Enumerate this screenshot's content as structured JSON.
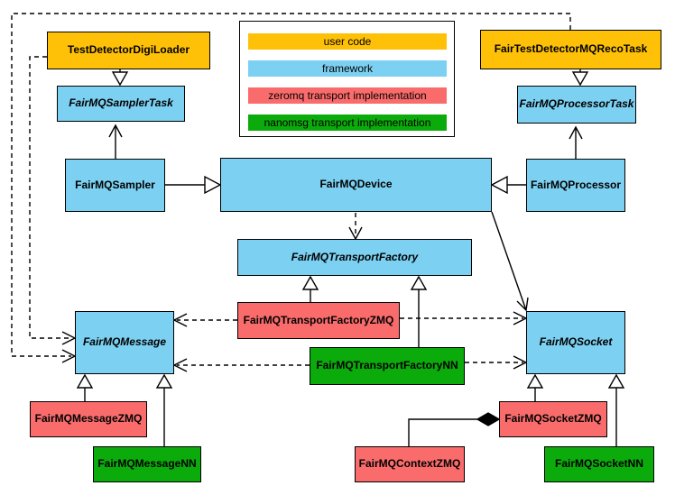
{
  "legend": {
    "items": [
      {
        "label": "user code",
        "color": "#FFC107"
      },
      {
        "label": "framework",
        "color": "#7CD0F1"
      },
      {
        "label": "zeromq transport implementation",
        "color": "#FA6C6C"
      },
      {
        "label": "nanomsg transport implementation",
        "color": "#0CAB0C"
      }
    ]
  },
  "colors": {
    "user_code": "#FFC107",
    "framework": "#7CD0F1",
    "zeromq": "#FA6C6C",
    "nanomsg": "#0CAB0C",
    "line": "#000000",
    "background": "#ffffff"
  },
  "nodes": {
    "digi_loader": {
      "label": "TestDetectorDigiLoader",
      "category": "user code",
      "abstract": false
    },
    "reco_task": {
      "label": "FairTestDetectorMQRecoTask",
      "category": "user code",
      "abstract": false
    },
    "sampler_task": {
      "label": "FairMQSamplerTask",
      "category": "framework",
      "abstract": true
    },
    "processor_task": {
      "label": "FairMQProcessorTask",
      "category": "framework",
      "abstract": true
    },
    "sampler": {
      "label": "FairMQSampler",
      "category": "framework",
      "abstract": false
    },
    "device": {
      "label": "FairMQDevice",
      "category": "framework",
      "abstract": false
    },
    "processor": {
      "label": "FairMQProcessor",
      "category": "framework",
      "abstract": false
    },
    "transport_factory": {
      "label": "FairMQTransportFactory",
      "category": "framework",
      "abstract": true
    },
    "transport_factory_zmq": {
      "label": "FairMQTransportFactoryZMQ",
      "category": "zeromq",
      "abstract": false
    },
    "transport_factory_nn": {
      "label": "FairMQTransportFactoryNN",
      "category": "nanomsg",
      "abstract": false
    },
    "message": {
      "label": "FairMQMessage",
      "category": "framework",
      "abstract": true
    },
    "socket": {
      "label": "FairMQSocket",
      "category": "framework",
      "abstract": true
    },
    "message_zmq": {
      "label": "FairMQMessageZMQ",
      "category": "zeromq",
      "abstract": false
    },
    "message_nn": {
      "label": "FairMQMessageNN",
      "category": "nanomsg",
      "abstract": false
    },
    "socket_zmq": {
      "label": "FairMQSocketZMQ",
      "category": "zeromq",
      "abstract": false
    },
    "socket_nn": {
      "label": "FairMQSocketNN",
      "category": "nanomsg",
      "abstract": false
    },
    "context_zmq": {
      "label": "FairMQContextZMQ",
      "category": "zeromq",
      "abstract": false
    }
  },
  "edges": [
    {
      "from": "TestDetectorDigiLoader",
      "to": "FairMQSamplerTask",
      "type": "inheritance"
    },
    {
      "from": "FairTestDetectorMQRecoTask",
      "to": "FairMQProcessorTask",
      "type": "inheritance"
    },
    {
      "from": "FairMQSampler",
      "to": "FairMQSamplerTask",
      "type": "association"
    },
    {
      "from": "FairMQProcessor",
      "to": "FairMQProcessorTask",
      "type": "association"
    },
    {
      "from": "FairMQSampler",
      "to": "FairMQDevice",
      "type": "inheritance"
    },
    {
      "from": "FairMQProcessor",
      "to": "FairMQDevice",
      "type": "inheritance"
    },
    {
      "from": "FairMQDevice",
      "to": "FairMQTransportFactory",
      "type": "dependency"
    },
    {
      "from": "FairMQDevice",
      "to": "FairMQSocket",
      "type": "association"
    },
    {
      "from": "FairMQTransportFactoryZMQ",
      "to": "FairMQTransportFactory",
      "type": "inheritance"
    },
    {
      "from": "FairMQTransportFactoryNN",
      "to": "FairMQTransportFactory",
      "type": "inheritance"
    },
    {
      "from": "FairMQTransportFactoryZMQ",
      "to": "FairMQMessage",
      "type": "dependency"
    },
    {
      "from": "FairMQTransportFactoryZMQ",
      "to": "FairMQSocket",
      "type": "dependency"
    },
    {
      "from": "FairMQTransportFactoryNN",
      "to": "FairMQMessage",
      "type": "dependency"
    },
    {
      "from": "FairMQTransportFactoryNN",
      "to": "FairMQSocket",
      "type": "dependency"
    },
    {
      "from": "FairMQMessageZMQ",
      "to": "FairMQMessage",
      "type": "inheritance"
    },
    {
      "from": "FairMQMessageNN",
      "to": "FairMQMessage",
      "type": "inheritance"
    },
    {
      "from": "FairMQSocketZMQ",
      "to": "FairMQSocket",
      "type": "inheritance"
    },
    {
      "from": "FairMQSocketNN",
      "to": "FairMQSocket",
      "type": "inheritance"
    },
    {
      "from": "TestDetectorDigiLoader",
      "to": "FairMQMessage",
      "type": "dependency"
    },
    {
      "from": "FairTestDetectorMQRecoTask",
      "to": "FairMQMessage",
      "type": "dependency"
    },
    {
      "from": "FairMQContextZMQ",
      "to": "FairMQSocketZMQ",
      "type": "composition"
    }
  ]
}
